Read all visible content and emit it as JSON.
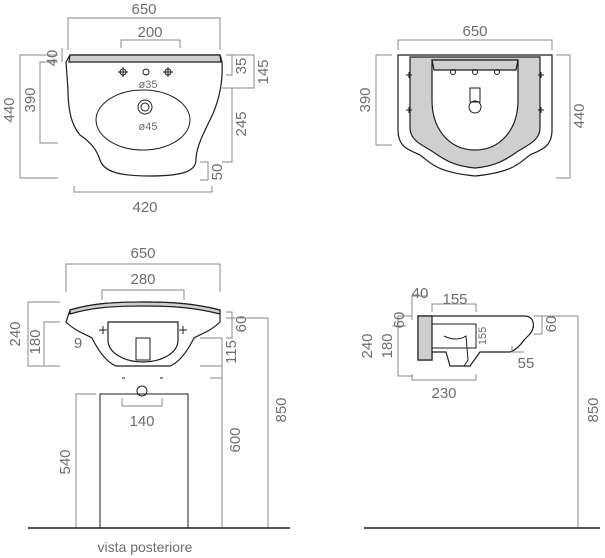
{
  "caption": "vista posteriore",
  "top_left": {
    "width": "650",
    "tap_spacing": "200",
    "overall_depth": "440",
    "basin_depth": "390",
    "rim": "40",
    "tap_hole_depth": "35",
    "rim_to_hole": "145",
    "front_offset": "245",
    "front_lip": "50",
    "tap_hole_dia": "ø35",
    "drain_dia": "ø45",
    "bottom_width": "420"
  },
  "top_right": {
    "width": "650",
    "left_depth": "390",
    "right_depth": "440"
  },
  "bottom_left": {
    "width": "650",
    "mount_spacing": "280",
    "height_left": "240",
    "inner_left": "180",
    "side_small": "9",
    "height_right": "60",
    "lower_right": "115",
    "pipe_spacing": "140",
    "pedestal_height": "540",
    "floor_to_mount": "600",
    "floor_to_rim": "850"
  },
  "bottom_right": {
    "rim_thickness": "40",
    "depth_top": "155",
    "height_left": "240",
    "inner_left_a": "180",
    "inner_left_b": "60",
    "inner_mid": "155",
    "right_top": "60",
    "drain_offset": "55",
    "base_depth": "230",
    "floor_to_rim": "850"
  }
}
